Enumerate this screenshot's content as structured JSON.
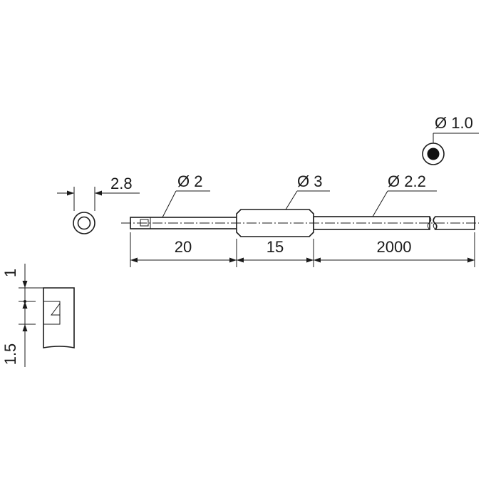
{
  "drawing": {
    "diameters": {
      "end_sleeve": "Ø 2",
      "center_sleeve": "Ø 3",
      "cable": "Ø 2.2",
      "fiber_core": "Ø 1.0"
    },
    "lengths": {
      "end_sleeve": "20",
      "center_sleeve": "15",
      "cable": "2000"
    },
    "end_view_width": "2.8",
    "slot_detail": {
      "upper": "1",
      "lower": "1.5"
    }
  },
  "colors": {
    "line": "#1a1a1a",
    "background": "#ffffff"
  }
}
